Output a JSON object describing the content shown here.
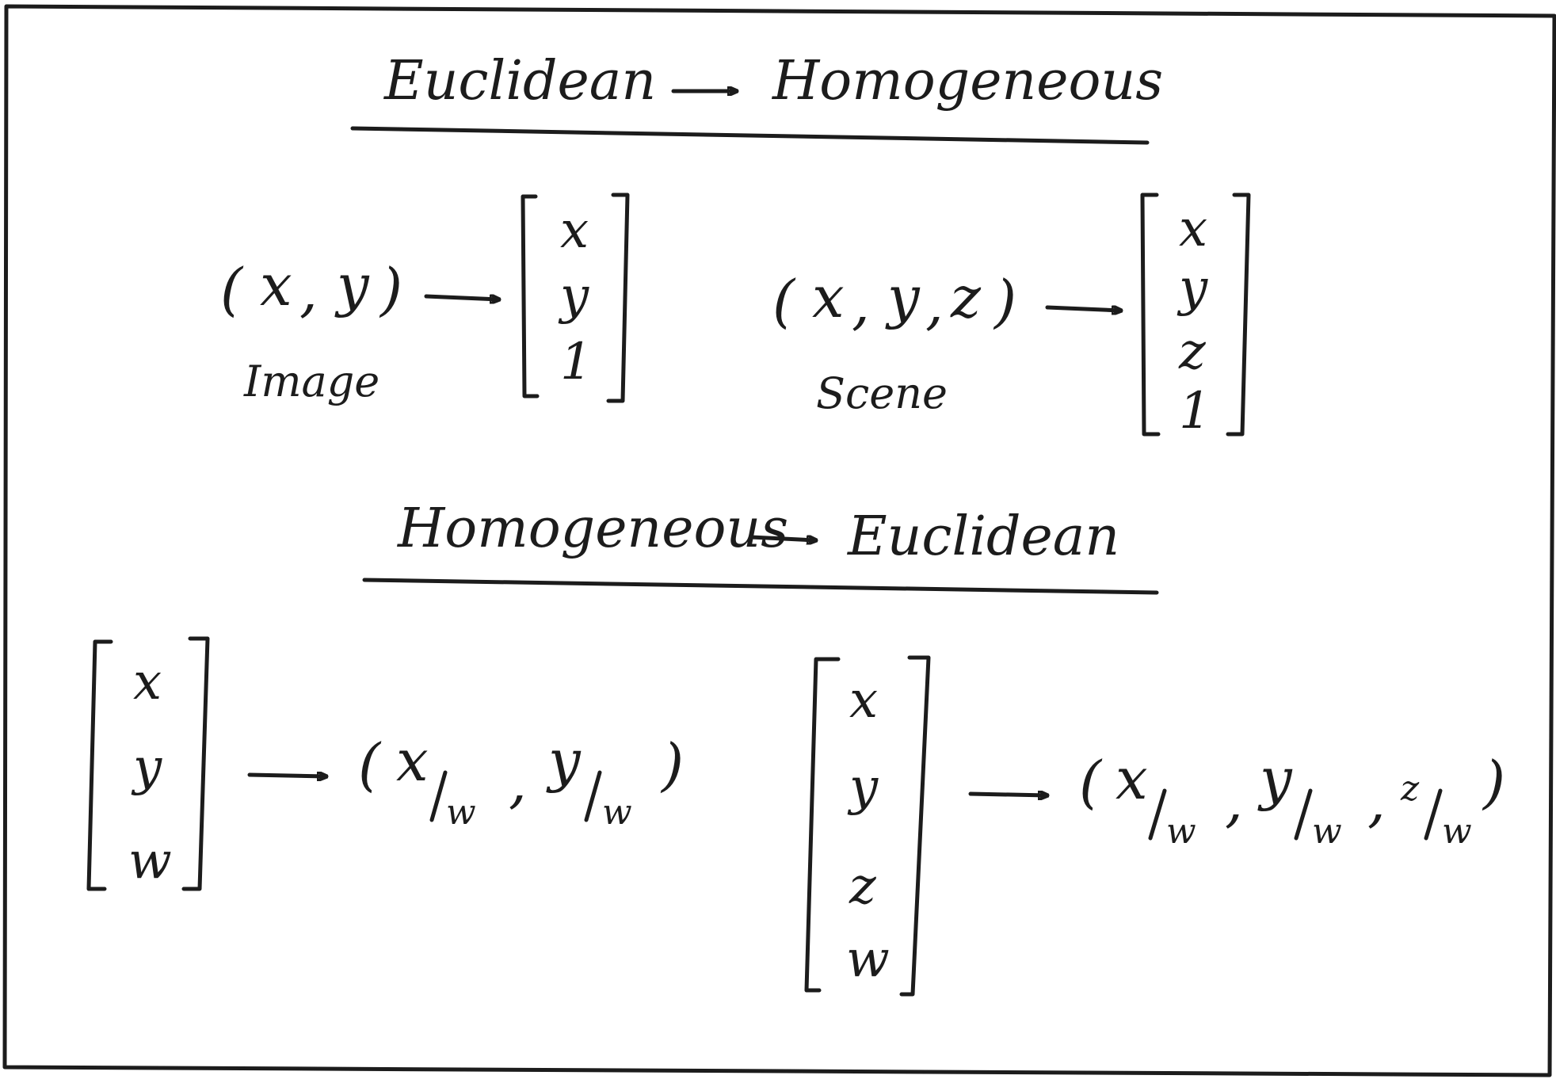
{
  "section_1": {
    "heading_left": "Euclidean",
    "heading_right": "Homogeneous",
    "image_case": {
      "tuple": [
        "x",
        "y"
      ],
      "caption": "Image",
      "vector": [
        "x",
        "y",
        "1"
      ]
    },
    "scene_case": {
      "tuple": [
        "x",
        "y",
        "z"
      ],
      "caption": "Scene",
      "vector": [
        "x",
        "y",
        "z",
        "1"
      ]
    }
  },
  "section_2": {
    "heading_left": "Homogeneous",
    "heading_right": "Euclidean",
    "image_case": {
      "vector": [
        "x",
        "y",
        "w"
      ],
      "result_num": [
        "x",
        "y"
      ],
      "divisor": "w"
    },
    "scene_case": {
      "vector": [
        "x",
        "y",
        "z",
        "w"
      ],
      "result_num": [
        "x",
        "y",
        "z"
      ],
      "divisor": "w"
    }
  },
  "colors": {
    "ink": "#1c1c1c",
    "paper": "#ffffff"
  }
}
